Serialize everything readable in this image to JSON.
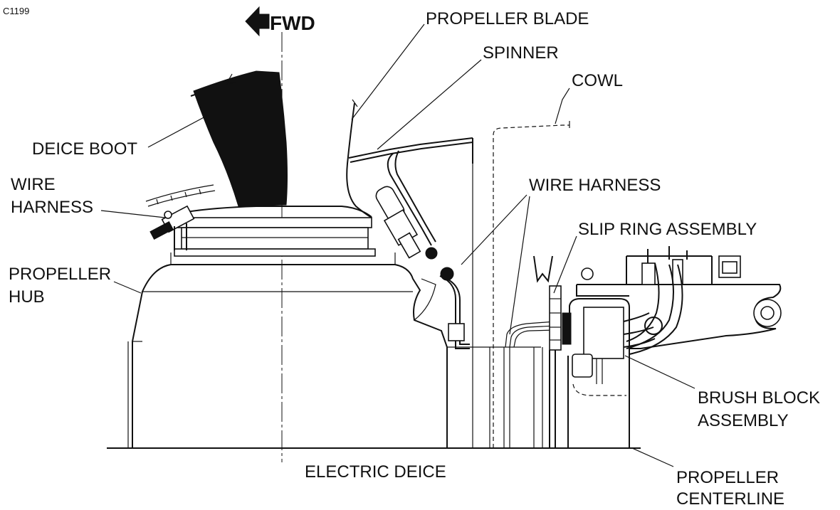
{
  "figure_id": "C1199",
  "direction": "FWD",
  "caption": "ELECTRIC DEICE",
  "labels": {
    "propeller_blade": "PROPELLER BLADE",
    "spinner": "SPINNER",
    "cowl": "COWL",
    "deice_boot": "DEICE BOOT",
    "wire_harness_left_1": "WIRE",
    "wire_harness_left_2": "HARNESS",
    "wire_harness_right": "WIRE HARNESS",
    "slip_ring_assembly": "SLIP RING ASSEMBLY",
    "propeller_hub_1": "PROPELLER",
    "propeller_hub_2": "HUB",
    "brush_block_1": "BRUSH BLOCK",
    "brush_block_2": "ASSEMBLY",
    "centerline_1": "PROPELLER",
    "centerline_2": "CENTERLINE"
  }
}
